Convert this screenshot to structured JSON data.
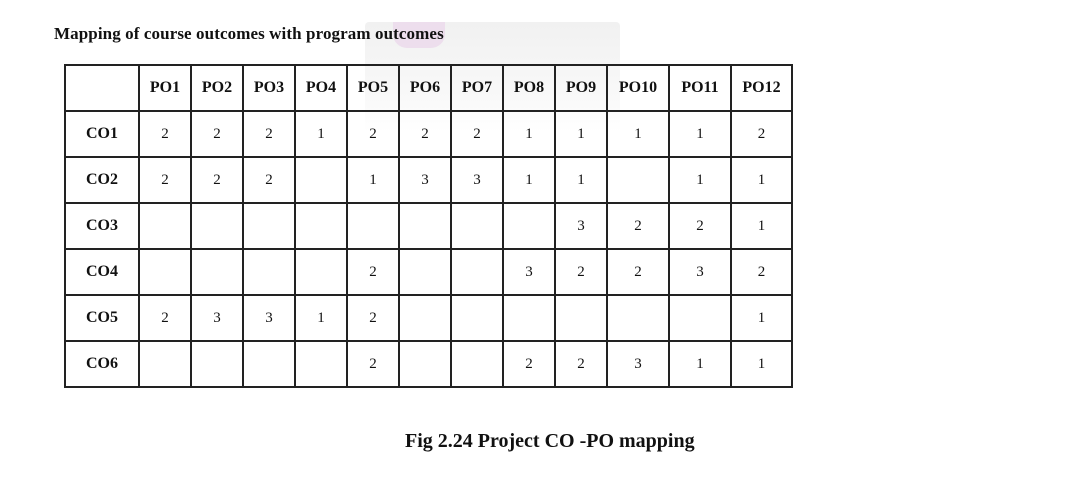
{
  "heading": "Mapping of course outcomes with program outcomes",
  "columns": [
    "",
    "PO1",
    "PO2",
    "PO3",
    "PO4",
    "PO5",
    "PO6",
    "PO7",
    "PO8",
    "PO9",
    "PO10",
    "PO11",
    "PO12"
  ],
  "rows": [
    {
      "label": "CO1",
      "cells": [
        "2",
        "2",
        "2",
        "1",
        "2",
        "2",
        "2",
        "1",
        "1",
        "1",
        "1",
        "2"
      ]
    },
    {
      "label": "CO2",
      "cells": [
        "2",
        "2",
        "2",
        "",
        "1",
        "3",
        "3",
        "1",
        "1",
        "",
        "1",
        "1"
      ]
    },
    {
      "label": "CO3",
      "cells": [
        "",
        "",
        "",
        "",
        "",
        "",
        "",
        "",
        "3",
        "2",
        "2",
        "1"
      ]
    },
    {
      "label": "CO4",
      "cells": [
        "",
        "",
        "",
        "",
        "2",
        "",
        "",
        "3",
        "2",
        "2",
        "3",
        "2"
      ]
    },
    {
      "label": "CO5",
      "cells": [
        "2",
        "3",
        "3",
        "1",
        "2",
        "",
        "",
        "",
        "",
        "",
        "",
        "1"
      ]
    },
    {
      "label": "CO6",
      "cells": [
        "",
        "",
        "",
        "",
        "2",
        "",
        "",
        "2",
        "2",
        "3",
        "1",
        "1"
      ]
    }
  ],
  "caption": "Fig 2.24 Project CO -PO mapping"
}
